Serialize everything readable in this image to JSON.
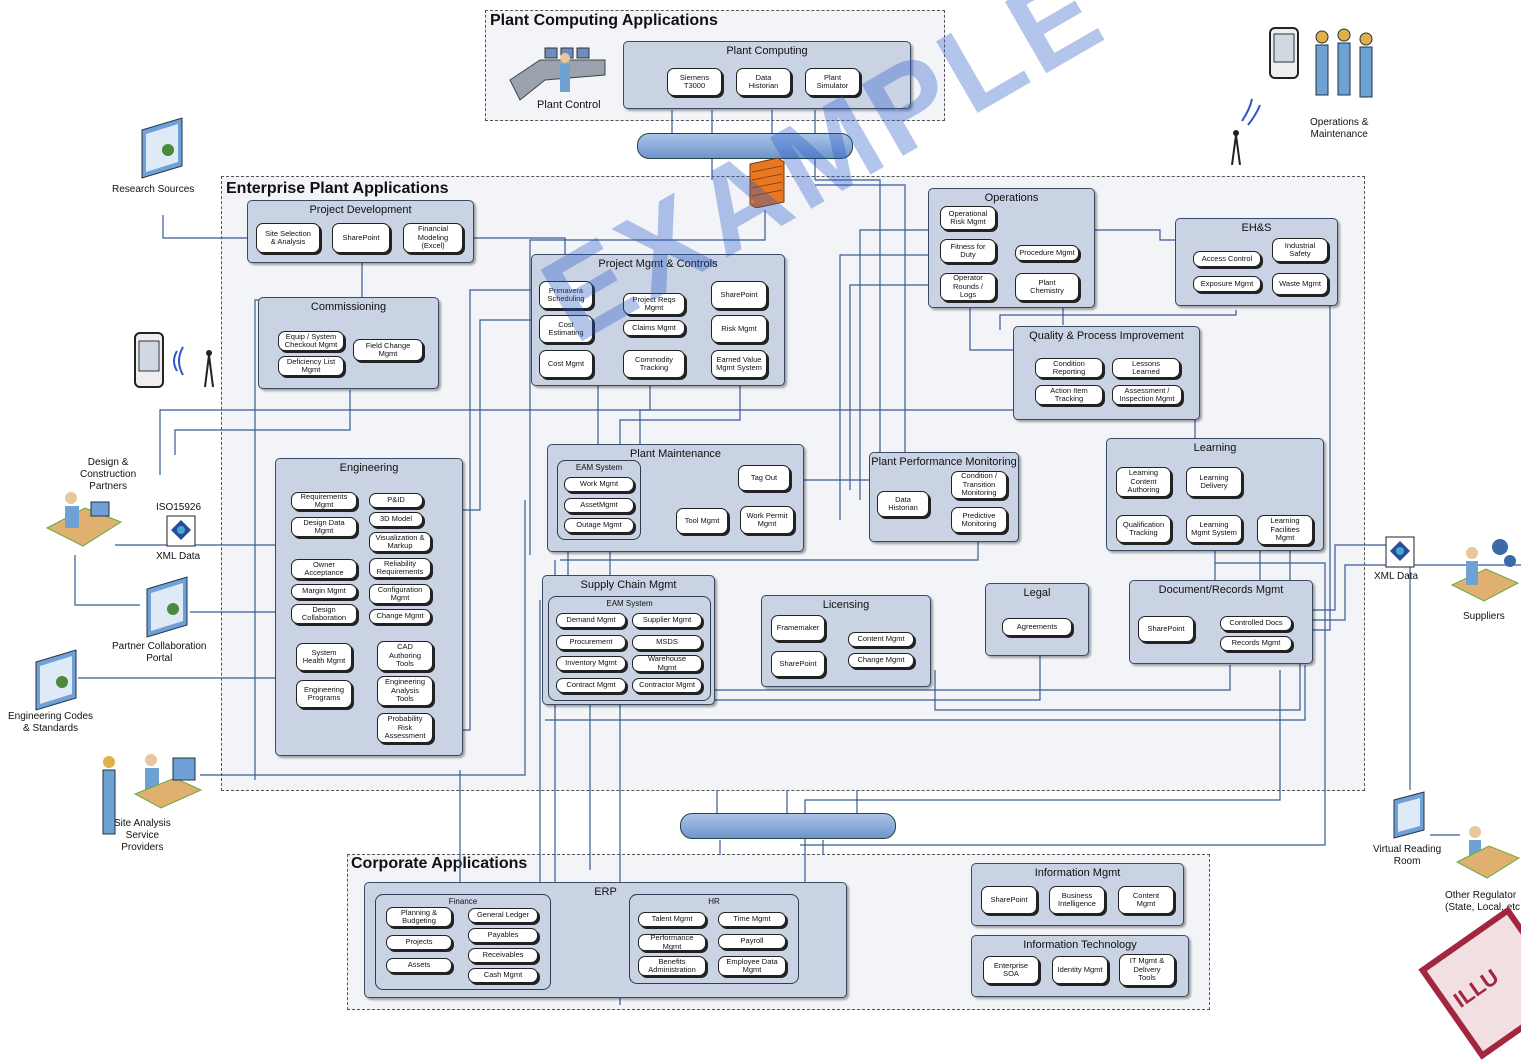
{
  "zones": {
    "plant_computing": "Plant Computing Applications",
    "enterprise": "Enterprise Plant Applications",
    "corporate": "Corporate Applications"
  },
  "plant_computing": {
    "title": "Plant Computing",
    "items": [
      "Siemens\nT3000",
      "Data\nHistorian",
      "Plant\nSimulator"
    ],
    "control_label": "Plant Control"
  },
  "groups": {
    "project_development": {
      "title": "Project Development",
      "items": [
        "Site Selection\n& Analysis",
        "SharePoint",
        "Financial\nModeling\n(Excel)"
      ]
    },
    "commissioning": {
      "title": "Commissioning",
      "items": [
        "Equip / System\nCheckout Mgmt",
        "Deficiency List\nMgmt",
        "Field Change\nMgmt"
      ]
    },
    "project_mgmt": {
      "title": "Project Mgmt & Controls",
      "items": [
        "Primavera\nScheduling",
        "Project Reqs\nMgmt",
        "SharePoint",
        "Cost\nEstimating",
        "Claims Mgmt",
        "Risk Mgmt",
        "Cost Mgmt",
        "Commodity\nTracking",
        "Earned Value\nMgmt System"
      ]
    },
    "operations": {
      "title": "Operations",
      "items": [
        "Operational\nRisk Mgmt",
        "Fitness for\nDuty",
        "Procedure Mgmt",
        "Operator\nRounds /\nLogs",
        "Plant\nChemistry"
      ]
    },
    "ehs": {
      "title": "EH&S",
      "items": [
        "Access Control",
        "Industrial\nSafety",
        "Exposure Mgmt",
        "Waste Mgmt"
      ]
    },
    "quality": {
      "title": "Quality & Process Improvement",
      "items": [
        "Condition\nReporting",
        "Lessons\nLearned",
        "Action Item\nTracking",
        "Assessment /\nInspection Mgmt"
      ]
    },
    "engineering": {
      "title": "Engineering",
      "items": [
        "Requirements\nMgmt",
        "P&ID",
        "Design Data\nMgmt",
        "3D Model",
        "Visualization &\nMarkup",
        "Owner\nAcceptance",
        "Reliability\nRequirements",
        "Margin Mgmt",
        "Configuration\nMgmt",
        "Design\nCollaboration",
        "Change Mgmt",
        "System\nHealth Mgmt",
        "CAD\nAuthoring\nTools",
        "Engineering\nPrograms",
        "Engineering\nAnalysis\nTools",
        "Probability\nRisk\nAssessment"
      ]
    },
    "plant_maintenance": {
      "title": "Plant Maintenance",
      "eam_title": "EAM System",
      "items": [
        "Work Mgmt",
        "AssetMgmt",
        "Outage Mgmt",
        "Tag Out",
        "Tool Mgmt",
        "Work Permit\nMgmt"
      ]
    },
    "plant_performance": {
      "title": "Plant Performance Monitoring",
      "items": [
        "Data\nHistorian",
        "Condition /\nTransition\nMonitoring",
        "Predictive\nMonitoring"
      ]
    },
    "learning": {
      "title": "Learning",
      "items": [
        "Learning\nContent\nAuthoring",
        "Learning\nDelivery",
        "Qualification\nTracking",
        "Learning\nMgmt System",
        "Learning\nFacilities\nMgmt"
      ]
    },
    "supply_chain": {
      "title": "Supply Chain Mgmt",
      "eam_title": "EAM System",
      "items": [
        "Demand Mgmt",
        "Supplier Mgmt",
        "Procurement",
        "MSDS",
        "Inventory Mgmt",
        "Warehouse\nMgmt",
        "Contract Mgmt",
        "Contractor Mgmt"
      ]
    },
    "licensing": {
      "title": "Licensing",
      "items": [
        "Framemaker",
        "Content Mgmt",
        "SharePoint",
        "Change Mgmt"
      ]
    },
    "legal": {
      "title": "Legal",
      "items": [
        "Agreements"
      ]
    },
    "document": {
      "title": "Document/Records Mgmt",
      "items": [
        "SharePoint",
        "Controlled Docs",
        "Records Mgmt"
      ]
    },
    "erp": {
      "title": "ERP",
      "finance_title": "Finance",
      "finance": [
        "Planning &\nBudgeting",
        "General Ledger",
        "Projects",
        "Payables",
        "Assets",
        "Receivables",
        "Cash Mgmt"
      ],
      "hr_title": "HR",
      "hr": [
        "Talent Mgmt",
        "Time Mgmt",
        "Performance\nMgmt",
        "Payroll",
        "Benefits\nAdministration",
        "Employee Data\nMgmt"
      ]
    },
    "info_mgmt": {
      "title": "Information Mgmt",
      "items": [
        "SharePoint",
        "Business\nIntelligence",
        "Content\nMgmt"
      ]
    },
    "info_tech": {
      "title": "Information Technology",
      "items": [
        "Enterprise\nSOA",
        "Identity Mgmt",
        "IT Mgmt &\nDelivery\nTools"
      ]
    }
  },
  "external": {
    "research": "Research Sources",
    "ops_maint": "Operations &\nMaintenance",
    "design_partners": "Design &\nConstruction\nPartners",
    "iso": "ISO15926",
    "xml_left": "XML Data",
    "partner_portal": "Partner Collaboration\nPortal",
    "eng_codes": "Engineering Codes\n& Standards",
    "site_analysis": "Site Analysis\nService\nProviders",
    "xml_right": "XML Data",
    "suppliers": "Suppliers",
    "virtual_reading": "Virtual Reading\nRoom",
    "other_reg": "Other Regulator\n(State, Local, etc"
  },
  "watermark": "EXAMPLE",
  "stamp": "ILLU",
  "colors": {
    "group_fill": "#c9d3e3",
    "zone_fill": "#f2f4f8",
    "line": "#3a5a95",
    "firewall": "#e87722",
    "watermark": "#285ac8"
  }
}
